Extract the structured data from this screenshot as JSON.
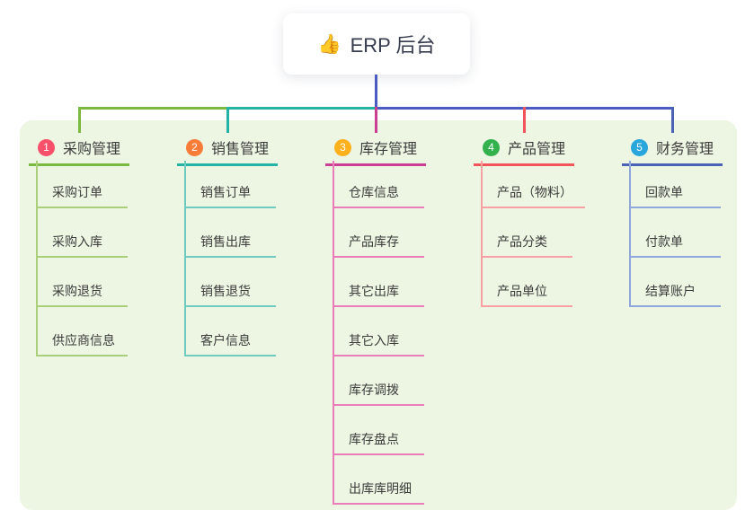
{
  "root": {
    "icon": "👍",
    "title": "ERP 后台"
  },
  "connector_color": "#4a5bc4",
  "panel_color": "#ecf6e3",
  "text_color": "#3c3c3c",
  "branches": [
    {
      "number": "1",
      "title": "采购管理",
      "badge_color": "#f8506b",
      "line_color": "#7cb93f",
      "sub_line_color": "#a9d078",
      "children": [
        "采购订单",
        "采购入库",
        "采购退货",
        "供应商信息"
      ]
    },
    {
      "number": "2",
      "title": "销售管理",
      "badge_color": "#f97c38",
      "line_color": "#24b4a6",
      "sub_line_color": "#6fcac0",
      "children": [
        "销售订单",
        "销售出库",
        "销售退货",
        "客户信息"
      ]
    },
    {
      "number": "3",
      "title": "库存管理",
      "badge_color": "#ffb01d",
      "line_color": "#cb3e92",
      "sub_line_color": "#ea7cb8",
      "children": [
        "仓库信息",
        "产品库存",
        "其它出库",
        "其它入库",
        "库存调拨",
        "库存盘点",
        "出库库明细"
      ]
    },
    {
      "number": "4",
      "title": "产品管理",
      "badge_color": "#33b14d",
      "line_color": "#f2545b",
      "sub_line_color": "#f8a0a3",
      "children": [
        "产品（物料）",
        "产品分类",
        "产品单位"
      ]
    },
    {
      "number": "5",
      "title": "财务管理",
      "badge_color": "#29a6dc",
      "line_color": "#4a63b6",
      "sub_line_color": "#8fa7da",
      "children": [
        "回款单",
        "付款单",
        "结算账户"
      ]
    }
  ]
}
